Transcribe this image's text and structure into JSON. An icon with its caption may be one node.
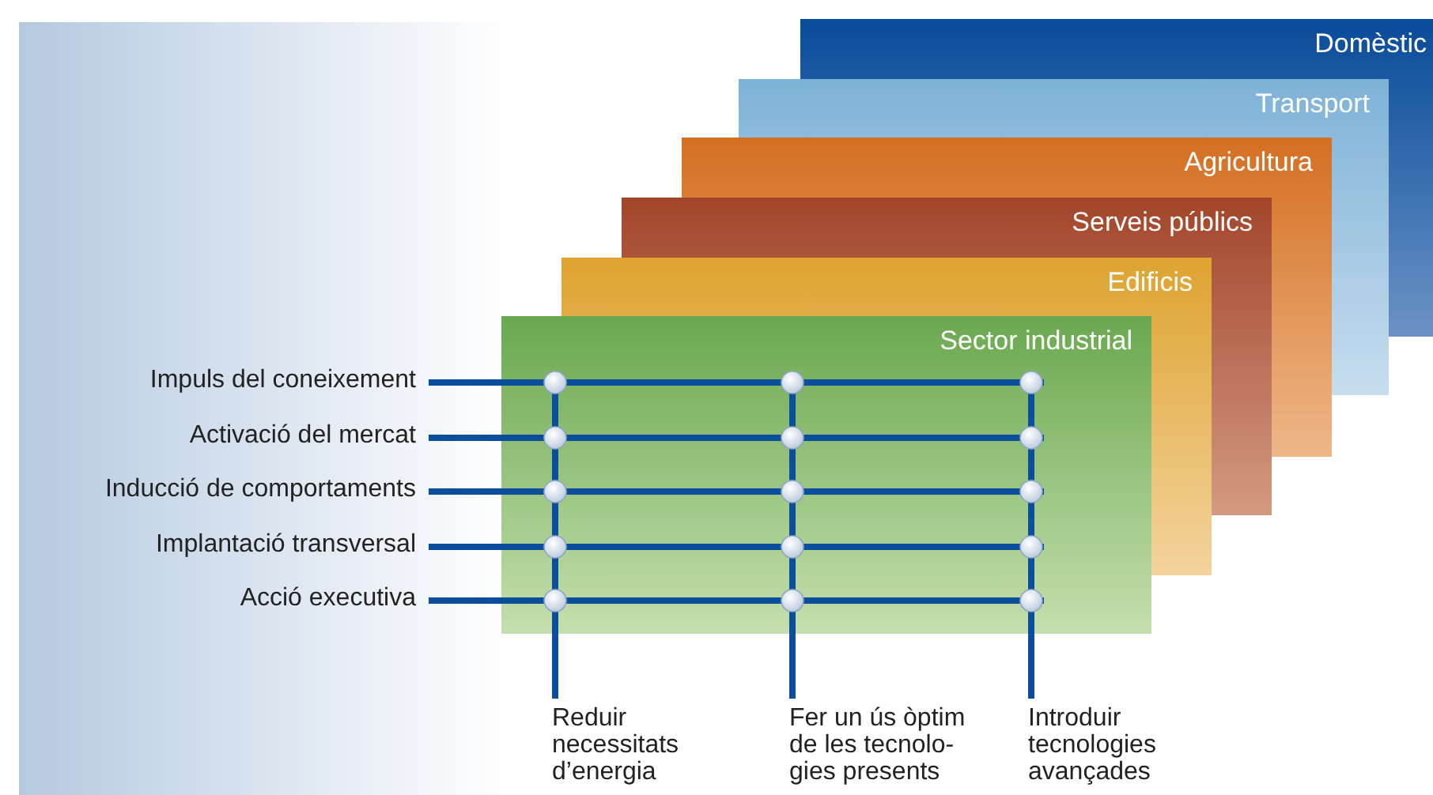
{
  "diagram": {
    "nodes": [
      {
        "text": [
          "Domèstic"
        ]
      },
      {
        "text": [
          "Transport"
        ]
      },
      {
        "text": [
          "Agricultura"
        ]
      },
      {
        "text": [
          "Serveis públics"
        ]
      },
      {
        "text": [
          "Edificis"
        ]
      },
      {
        "text": [
          "Sector industrial"
        ]
      },
      {
        "text": [
          "Impuls del coneixement"
        ]
      },
      {
        "text": [
          "Activació del mercat"
        ]
      },
      {
        "text": [
          "Inducció de comportaments"
        ]
      },
      {
        "text": [
          "Implantació transversal"
        ]
      },
      {
        "text": [
          "Acció executiva"
        ]
      },
      {
        "text": [
          "Reduir necessitats d’energia"
        ]
      },
      {
        "text": [
          "Fer un ús òptim de les tecnolo-gies presents"
        ]
      },
      {
        "text": [
          "Introduir tecnologies avançades"
        ]
      }
    ],
    "edges": [
      {
        "from": 6,
        "to": 5,
        "arrow": "none"
      },
      {
        "from": 7,
        "to": 5,
        "arrow": "none"
      },
      {
        "from": 8,
        "to": 5,
        "arrow": "none"
      },
      {
        "from": 9,
        "to": 5,
        "arrow": "none"
      },
      {
        "from": 10,
        "to": 5,
        "arrow": "none"
      },
      {
        "from": 5,
        "to": 11,
        "arrow": "none"
      },
      {
        "from": 5,
        "to": 12,
        "arrow": "none"
      },
      {
        "from": 5,
        "to": 13,
        "arrow": "none"
      }
    ]
  }
}
